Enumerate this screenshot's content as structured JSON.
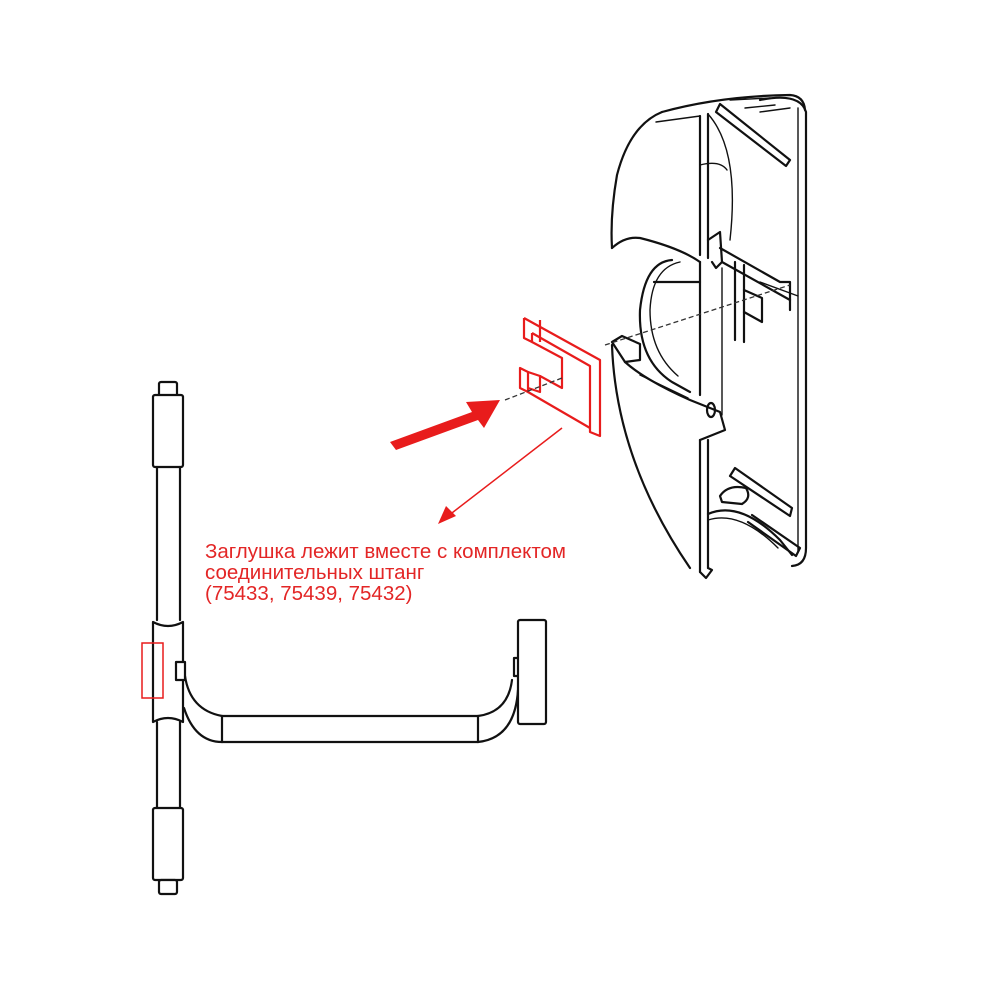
{
  "diagram": {
    "type": "exploded-view technical illustration",
    "colors": {
      "line_art": "#111111",
      "highlight": "#e81c1c",
      "caption_text": "#e32626",
      "background": "#ffffff"
    },
    "components": [
      {
        "id": "end-cap-housing",
        "label": "Panic bar end housing (cover)"
      },
      {
        "id": "blanking-plug",
        "label": "Заглушка (blanking plug)",
        "highlighted": true
      },
      {
        "id": "vertical-rod",
        "label": "Vertical connecting rods"
      },
      {
        "id": "push-bar",
        "label": "Horizontal push bar"
      },
      {
        "id": "side-bracket",
        "label": "Side mounting bracket"
      },
      {
        "id": "plug-location-marker",
        "label": "Plug installation location",
        "highlighted": true
      }
    ],
    "arrows": [
      {
        "id": "insert-arrow",
        "direction": "toward housing",
        "style": "thick red"
      },
      {
        "id": "callout-arrow",
        "direction": "toward caption",
        "style": "thin red"
      }
    ]
  },
  "caption": {
    "line1": "Заглушка лежит вместе с комплектом",
    "line2": "соединительных штанг",
    "line3": "(75433, 75439, 75432)"
  },
  "part_numbers": [
    "75433",
    "75439",
    "75432"
  ]
}
